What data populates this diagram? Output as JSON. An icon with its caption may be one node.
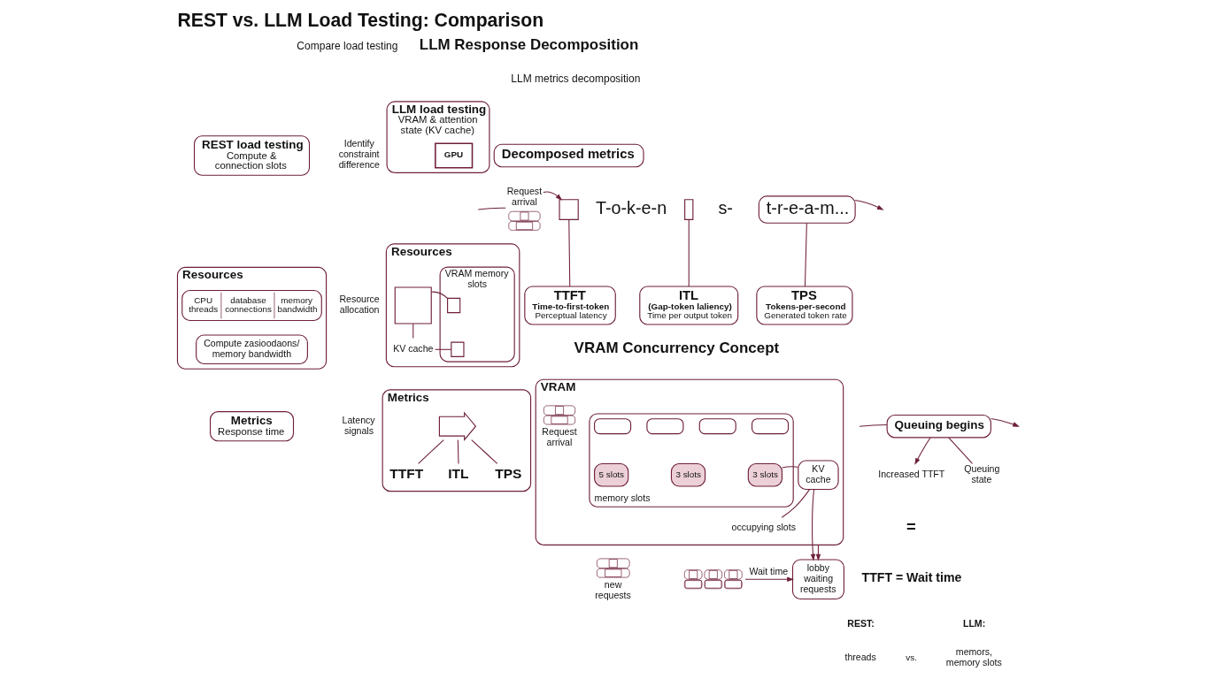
{
  "diagram": {
    "title": "REST vs. LLM Load Testing: Comparison",
    "nodes": [
      {
        "text": [
          "REST load testing",
          "Compute & connection slots"
        ]
      },
      {
        "text": [
          "LLM load testing",
          "VRAM & attention state (KV cache)"
        ]
      },
      {
        "text": [
          "GPU"
        ],
        "in": 1
      },
      {
        "text": [
          "Resources"
        ]
      },
      {
        "text": [
          "CPU threads",
          "database connections",
          "memory bandwidth"
        ],
        "in": 3
      },
      {
        "text": [
          "Compute zasioodaons/ memory bandwidth"
        ],
        "in": 3
      },
      {
        "text": [
          "Resources"
        ]
      },
      {
        "text": [
          "VRAM memory slots"
        ],
        "in": 6
      },
      {
        "text": [],
        "shape": "box",
        "in": 7
      },
      {
        "text": [],
        "shape": "box",
        "in": 7
      },
      {
        "text": [],
        "shape": "box",
        "in": 6
      },
      {
        "text": [
          "KV cache"
        ],
        "in": 6
      },
      {
        "text": [
          "Metrics",
          "Response time"
        ]
      },
      {
        "text": [
          "Metrics"
        ]
      },
      {
        "text": [],
        "shape": "picture",
        "in": 13
      },
      {
        "text": [
          "TTFT"
        ],
        "in": 13
      },
      {
        "text": [
          "ITL"
        ],
        "in": 13
      },
      {
        "text": [
          "TPS"
        ],
        "in": 13
      },
      {
        "text": [
          "Decomposed metrics"
        ]
      },
      {
        "text": [],
        "shape": "person",
        "beside": [
          "Request arrival"
        ]
      },
      {
        "text": [],
        "shape": "box"
      },
      {
        "text": [],
        "shape": "box"
      },
      {
        "text": [
          "t-r-e-a-m..."
        ]
      },
      {
        "text": [
          "TTFT",
          "Time-to-first-token",
          "Perceptual latency"
        ]
      },
      {
        "text": [
          "ITL",
          "(Gap-token laliency)",
          "Time per output token"
        ]
      },
      {
        "text": [
          "TPS",
          "Tokens-per-second",
          "Generated token rate"
        ]
      },
      {
        "text": [
          "VRAM"
        ]
      },
      {
        "text": [],
        "shape": "person",
        "beside": [
          "Request arrival"
        ],
        "in": 26
      },
      {
        "text": [
          "memory slots"
        ],
        "in": 26
      },
      {
        "text": [],
        "shape": "box",
        "in": 28
      },
      {
        "text": [],
        "shape": "box",
        "in": 28
      },
      {
        "text": [],
        "shape": "box",
        "in": 28
      },
      {
        "text": [],
        "shape": "box",
        "in": 28
      },
      {
        "text": [
          "5 slots"
        ],
        "in": 28
      },
      {
        "text": [
          "3 slots"
        ],
        "in": 28
      },
      {
        "text": [
          "3 slots"
        ],
        "in": 28
      },
      {
        "text": [
          "KV cache"
        ],
        "in": 26
      },
      {
        "text": [
          "occupying slots"
        ],
        "in": 26
      },
      {
        "text": [],
        "shape": "person",
        "beside": [
          "new requests"
        ]
      },
      {
        "text": [],
        "shape": "person"
      },
      {
        "text": [
          "lobby waiting requests"
        ]
      },
      {
        "text": [
          "Queuing begins"
        ]
      },
      {
        "text": [
          "Queuing state"
        ]
      },
      {
        "text": [
          "Increased TTFT"
        ]
      }
    ],
    "edges": [
      {
        "from": 8,
        "to": 10,
        "arrow": "none"
      },
      {
        "from": 11,
        "to": 9,
        "arrow": "none"
      },
      {
        "from": 10,
        "to": 11,
        "arrow": "none"
      },
      {
        "from": 14,
        "to": 15,
        "arrow": "none"
      },
      {
        "from": 14,
        "to": 16,
        "arrow": "none"
      },
      {
        "from": 14,
        "to": 17,
        "arrow": "none"
      },
      {
        "from": null,
        "to": 19,
        "arrow": "none"
      },
      {
        "from": 19,
        "to": 20,
        "arrow": "to"
      },
      {
        "from": 20,
        "to": 23,
        "arrow": "none"
      },
      {
        "from": 21,
        "to": 24,
        "arrow": "none"
      },
      {
        "from": 22,
        "to": 25,
        "arrow": "none"
      },
      {
        "from": 22,
        "to": null,
        "arrow": "to"
      },
      {
        "from": 35,
        "to": 36,
        "arrow": "none"
      },
      {
        "from": 37,
        "to": 36,
        "arrow": "none"
      },
      {
        "from": 36,
        "to": 40,
        "arrow": "to"
      },
      {
        "from": 26,
        "to": 40,
        "arrow": "to"
      },
      {
        "from": 39,
        "to": 40,
        "arrow": "to",
        "label": "Wait time"
      },
      {
        "from": null,
        "to": 41,
        "arrow": "none"
      },
      {
        "from": 41,
        "to": null,
        "arrow": "to"
      },
      {
        "from": 41,
        "to": 42,
        "arrow": "none"
      },
      {
        "from": 41,
        "to": 43,
        "arrow": "to"
      }
    ],
    "labels": [
      "Compare load testing",
      "Identify constraint difference",
      "Resource allocation",
      "Latency signals",
      "LLM Response Decomposition",
      "LLM metrics decomposition",
      "T-o-k-e-n",
      "s-",
      "VRAM Concurrency Concept",
      "=",
      "TTFT = Wait time",
      "REST:",
      "LLM:",
      "threads",
      "vs.",
      "memors, memory slots"
    ]
  }
}
